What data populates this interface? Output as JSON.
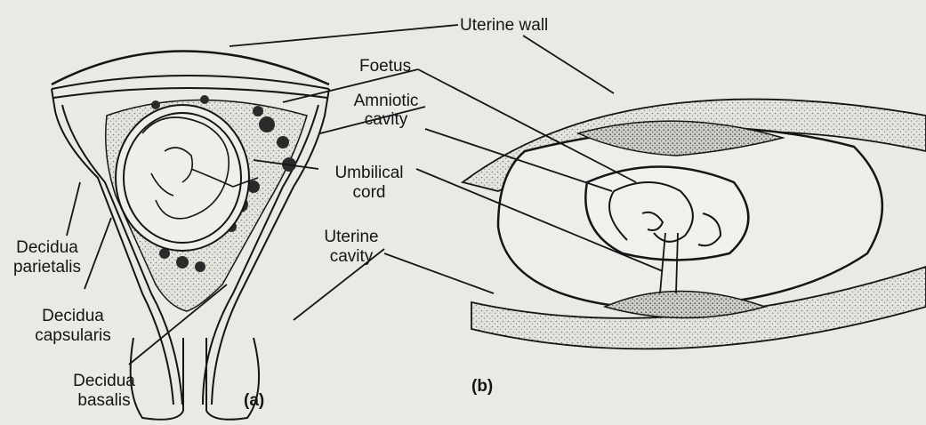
{
  "diagram": {
    "labels": {
      "uterine_wall": "Uterine wall",
      "foetus": "Foetus",
      "amniotic_cavity_1": "Amniotic",
      "amniotic_cavity_2": "cavity",
      "umbilical_cord_1": "Umbilical",
      "umbilical_cord_2": "cord",
      "uterine_cavity_1": "Uterine",
      "uterine_cavity_2": "cavity",
      "decidua_parietalis_1": "Decidua",
      "decidua_parietalis_2": "parietalis",
      "decidua_capsularis_1": "Decidua",
      "decidua_capsularis_2": "capsularis",
      "decidua_basalis_1": "Decidua",
      "decidua_basalis_2": "basalis",
      "panel_a": "(a)",
      "panel_b": "(b)"
    },
    "colors": {
      "paper": "#e9e9e5",
      "ink": "#151515",
      "stipple": "#8a8a84"
    }
  }
}
